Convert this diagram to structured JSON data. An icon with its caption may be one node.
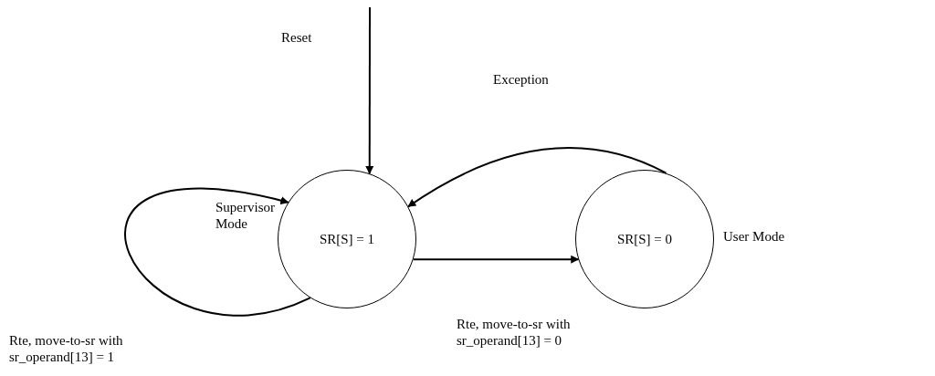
{
  "diagram": {
    "nodes": [
      {
        "text": [
          "SR[S] = 1"
        ],
        "beside": [
          "Supervisor Mode"
        ]
      },
      {
        "text": [
          "SR[S] = 0"
        ],
        "beside": [
          "User Mode"
        ]
      }
    ],
    "edges": [
      {
        "from": null,
        "to": 0,
        "arrow": "to",
        "label": "Reset"
      },
      {
        "from": 1,
        "to": 0,
        "arrow": "to",
        "label": "Exception"
      },
      {
        "from": 0,
        "to": 0,
        "arrow": "to",
        "label": "Rte, move-to-sr with sr_operand[13] = 1"
      },
      {
        "from": 0,
        "to": 1,
        "arrow": "to",
        "label": "Rte, move-to-sr with sr_operand[13] = 0"
      }
    ]
  }
}
